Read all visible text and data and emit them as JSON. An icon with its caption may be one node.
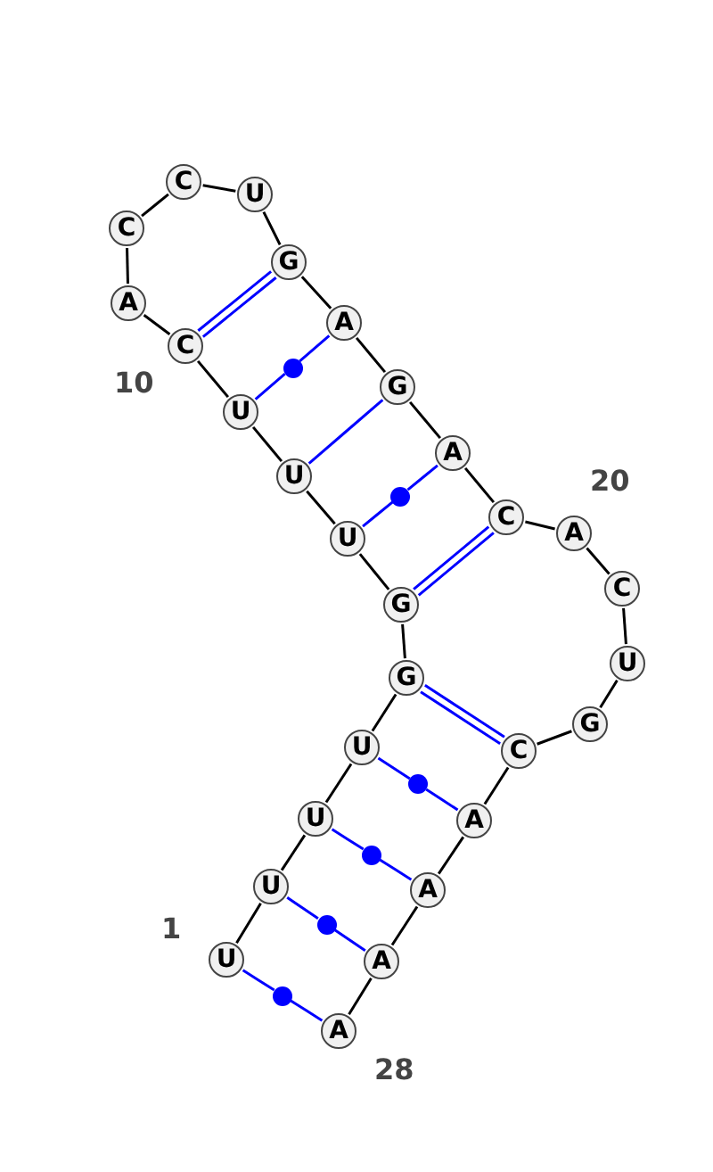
{
  "diagram": {
    "nodes": [
      {
        "text": [
          "U"
        ],
        "beside": [
          "1"
        ]
      },
      {
        "text": [
          "U"
        ]
      },
      {
        "text": [
          "U"
        ]
      },
      {
        "text": [
          "U"
        ]
      },
      {
        "text": [
          "G"
        ]
      },
      {
        "text": [
          "G"
        ]
      },
      {
        "text": [
          "U"
        ]
      },
      {
        "text": [
          "U"
        ]
      },
      {
        "text": [
          "U"
        ]
      },
      {
        "text": [
          "C"
        ],
        "beside": [
          "10"
        ]
      },
      {
        "text": [
          "A"
        ]
      },
      {
        "text": [
          "C"
        ]
      },
      {
        "text": [
          "C"
        ]
      },
      {
        "text": [
          "U"
        ]
      },
      {
        "text": [
          "G"
        ]
      },
      {
        "text": [
          "A"
        ]
      },
      {
        "text": [
          "G"
        ]
      },
      {
        "text": [
          "A"
        ]
      },
      {
        "text": [
          "C"
        ]
      },
      {
        "text": [
          "A"
        ],
        "beside": [
          "20"
        ]
      },
      {
        "text": [
          "C"
        ]
      },
      {
        "text": [
          "U"
        ]
      },
      {
        "text": [
          "G"
        ]
      },
      {
        "text": [
          "C"
        ]
      },
      {
        "text": [
          "A"
        ]
      },
      {
        "text": [
          "A"
        ]
      },
      {
        "text": [
          "A"
        ]
      },
      {
        "text": [
          "A"
        ],
        "beside": [
          "28"
        ]
      },
      {
        "text": [],
        "shape": "circle"
      },
      {
        "text": [],
        "shape": "circle"
      },
      {
        "text": [],
        "shape": "circle"
      },
      {
        "text": [],
        "shape": "circle"
      },
      {
        "text": [],
        "shape": "circle"
      },
      {
        "text": [],
        "shape": "circle"
      }
    ],
    "edges": [
      {
        "from": 0,
        "to": 1,
        "arrow": "none"
      },
      {
        "from": 1,
        "to": 2,
        "arrow": "none"
      },
      {
        "from": 2,
        "to": 3,
        "arrow": "none"
      },
      {
        "from": 3,
        "to": 4,
        "arrow": "none"
      },
      {
        "from": 4,
        "to": 5,
        "arrow": "none"
      },
      {
        "from": 5,
        "to": 6,
        "arrow": "none"
      },
      {
        "from": 6,
        "to": 7,
        "arrow": "none"
      },
      {
        "from": 7,
        "to": 8,
        "arrow": "none"
      },
      {
        "from": 8,
        "to": 9,
        "arrow": "none"
      },
      {
        "from": 9,
        "to": 10,
        "arrow": "none"
      },
      {
        "from": 10,
        "to": 11,
        "arrow": "none"
      },
      {
        "from": 11,
        "to": 12,
        "arrow": "none"
      },
      {
        "from": 12,
        "to": 13,
        "arrow": "none"
      },
      {
        "from": 13,
        "to": 14,
        "arrow": "none"
      },
      {
        "from": 14,
        "to": 15,
        "arrow": "none"
      },
      {
        "from": 15,
        "to": 16,
        "arrow": "none"
      },
      {
        "from": 16,
        "to": 17,
        "arrow": "none"
      },
      {
        "from": 17,
        "to": 18,
        "arrow": "none"
      },
      {
        "from": 18,
        "to": 19,
        "arrow": "none"
      },
      {
        "from": 19,
        "to": 20,
        "arrow": "none"
      },
      {
        "from": 20,
        "to": 21,
        "arrow": "none"
      },
      {
        "from": 21,
        "to": 22,
        "arrow": "none"
      },
      {
        "from": 22,
        "to": 23,
        "arrow": "none"
      },
      {
        "from": 23,
        "to": 24,
        "arrow": "none"
      },
      {
        "from": 24,
        "to": 25,
        "arrow": "none"
      },
      {
        "from": 25,
        "to": 26,
        "arrow": "none"
      },
      {
        "from": 26,
        "to": 27,
        "arrow": "none"
      },
      {
        "from": 0,
        "to": 33,
        "arrow": "none",
        "color": "#0000ff"
      },
      {
        "from": 33,
        "to": 27,
        "arrow": "none",
        "color": "#0000ff"
      },
      {
        "from": 1,
        "to": 32,
        "arrow": "none",
        "color": "#0000ff"
      },
      {
        "from": 32,
        "to": 26,
        "arrow": "none",
        "color": "#0000ff"
      },
      {
        "from": 2,
        "to": 31,
        "arrow": "none",
        "color": "#0000ff"
      },
      {
        "from": 31,
        "to": 25,
        "arrow": "none",
        "color": "#0000ff"
      },
      {
        "from": 3,
        "to": 30,
        "arrow": "none",
        "color": "#0000ff"
      },
      {
        "from": 30,
        "to": 24,
        "arrow": "none",
        "color": "#0000ff"
      },
      {
        "from": 4,
        "to": 23,
        "arrow": "none",
        "color": "#0000ff"
      },
      {
        "from": 4,
        "to": 23,
        "arrow": "none",
        "color": "#0000ff"
      },
      {
        "from": 5,
        "to": 18,
        "arrow": "none",
        "color": "#0000ff"
      },
      {
        "from": 5,
        "to": 18,
        "arrow": "none",
        "color": "#0000ff"
      },
      {
        "from": 6,
        "to": 29,
        "arrow": "none",
        "color": "#0000ff"
      },
      {
        "from": 29,
        "to": 17,
        "arrow": "none",
        "color": "#0000ff"
      },
      {
        "from": 7,
        "to": 16,
        "arrow": "none",
        "color": "#0000ff"
      },
      {
        "from": 8,
        "to": 28,
        "arrow": "none",
        "color": "#0000ff"
      },
      {
        "from": 28,
        "to": 15,
        "arrow": "none",
        "color": "#0000ff"
      },
      {
        "from": 9,
        "to": 14,
        "arrow": "none",
        "color": "#0000ff"
      },
      {
        "from": 9,
        "to": 14,
        "arrow": "none",
        "color": "#0000ff"
      }
    ]
  }
}
